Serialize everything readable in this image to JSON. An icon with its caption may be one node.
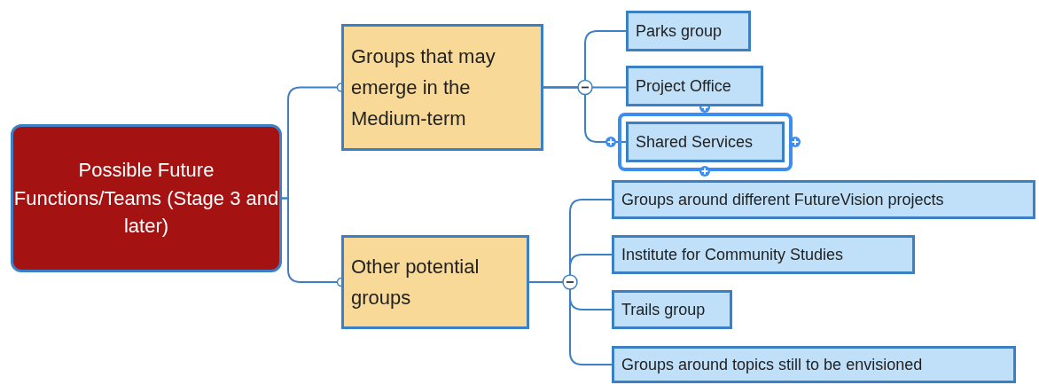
{
  "diagram": {
    "nodes": [
      {
        "text": [
          "Possible Future Functions/Teams (Stage 3 and later)"
        ]
      },
      {
        "text": [
          "Groups that may emerge in the Medium-term"
        ]
      },
      {
        "text": [
          "Other potential groups"
        ]
      },
      {
        "text": [
          "Parks group"
        ]
      },
      {
        "text": [
          "Project Office"
        ]
      },
      {
        "text": [
          "Shared Services"
        ]
      },
      {
        "text": [
          "Groups around different FutureVision projects"
        ]
      },
      {
        "text": [
          "Institute for Community Studies"
        ]
      },
      {
        "text": [
          "Trails group"
        ]
      },
      {
        "text": [
          "Groups around topics still to be envisioned"
        ]
      }
    ],
    "edges": [
      {
        "from": 0,
        "to": 1,
        "arrow": "other"
      },
      {
        "from": 0,
        "to": 2,
        "arrow": "other"
      },
      {
        "from": 1,
        "to": 3,
        "arrow": "none"
      },
      {
        "from": 1,
        "to": 4,
        "arrow": "none"
      },
      {
        "from": 1,
        "to": 5,
        "arrow": "none"
      },
      {
        "from": 2,
        "to": 6,
        "arrow": "none"
      },
      {
        "from": 2,
        "to": 7,
        "arrow": "none"
      },
      {
        "from": 2,
        "to": 8,
        "arrow": "none"
      },
      {
        "from": 2,
        "to": 9,
        "arrow": "none"
      }
    ]
  }
}
